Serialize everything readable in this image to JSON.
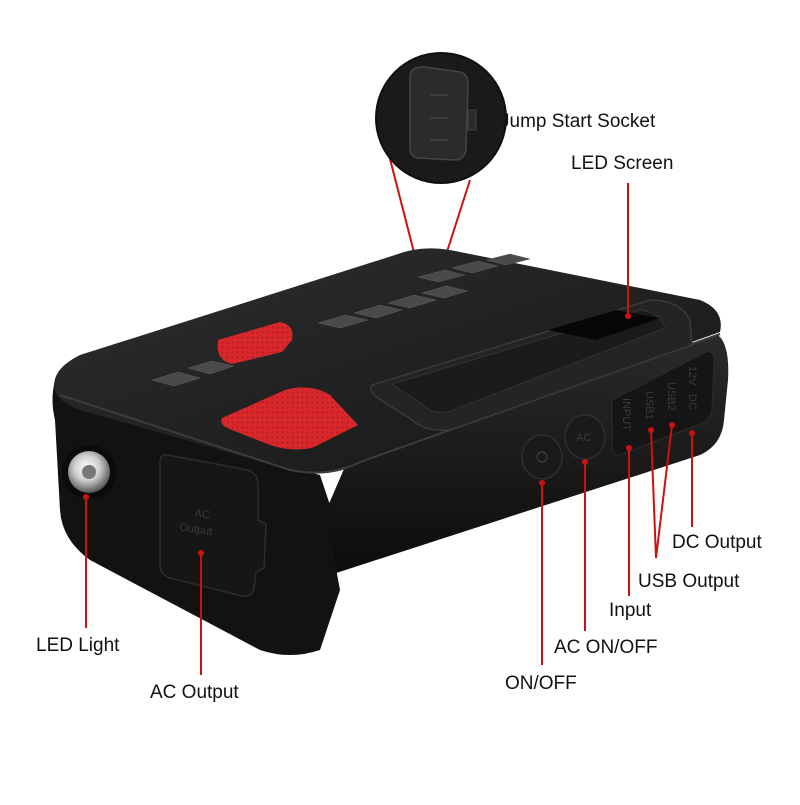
{
  "labels": {
    "jump_start_socket": "Jump Start Socket",
    "led_screen": "LED Screen",
    "dc_output": "DC Output",
    "usb_output": "USB Output",
    "input": "Input",
    "ac_on_off": "AC ON/OFF",
    "on_off": "ON/OFF",
    "led_light": "LED Light",
    "ac_output": "AC Output"
  },
  "device_print": {
    "ac_cover_line1": "AC",
    "ac_cover_line2": "Output",
    "ac_button": "AC",
    "port_12v": "12V",
    "port_dc": "DC",
    "port_usb2": "USB2",
    "port_usb1": "USB1",
    "port_input": "INPUT"
  },
  "colors": {
    "callout_line": "#cc1111",
    "body": "#1c1c1c",
    "accent_red": "#d8282c"
  }
}
